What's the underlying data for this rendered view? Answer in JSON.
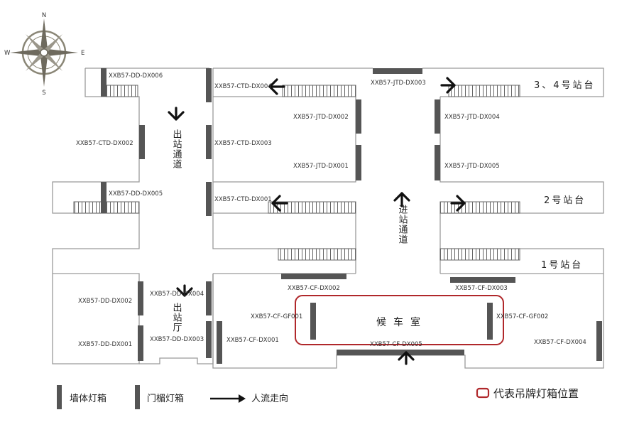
{
  "compass": {
    "n": "N",
    "s": "S",
    "e": "E",
    "w": "W"
  },
  "platforms": {
    "p34": "3、4号站台",
    "p2": "2号站台",
    "p1": "1号站台"
  },
  "passages": {
    "exit_top": "出站通道",
    "entry": "进站通道",
    "exit_hall": "出站厅"
  },
  "waiting_room": "候车室",
  "labels": {
    "dd006": "XXB57-DD-DX006",
    "dd005": "XXB57-DD-DX005",
    "dd002": "XXB57-DD-DX002",
    "dd001": "XXB57-DD-DX001",
    "dd004": "XXB57-DD-DX004",
    "dd003": "XXB57-DD-DX003",
    "ctd002": "XXB57-CTD-DX002",
    "ctd004": "XXB57-CTD-DX004",
    "ctd003": "XXB57-CTD-DX003",
    "ctd001": "XXB57-CTD-DX001",
    "jtd003": "XXB57-JTD-DX003",
    "jtd002": "XXB57-JTD-DX002",
    "jtd001": "XXB57-JTD-DX001",
    "jtd004": "XXB57-JTD-DX004",
    "jtd005": "XXB57-JTD-DX005",
    "cf002": "XXB57-CF-DX002",
    "cf003": "XXB57-CF-DX003",
    "gf001": "XXB57-CF-GF001",
    "gf002": "XXB57-CF-GF002",
    "cf001": "XXB57-CF-DX001",
    "cf004": "XXB57-CF-DX004",
    "cf005": "XXB57-CF-DX005"
  },
  "legend": {
    "wall": "墙体灯箱",
    "canopy": "门楣灯箱",
    "flow": "人流走向",
    "hanging": "代表吊牌灯箱位置"
  },
  "colors": {
    "hanging_outline": "#b0282b",
    "lightbox": "#555555",
    "wall_line": "#9a9a9a"
  }
}
